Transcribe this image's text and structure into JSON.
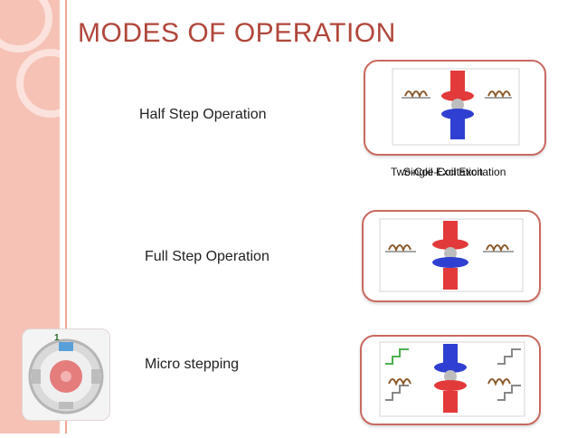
{
  "slide": {
    "title": "MODES OF OPERATION",
    "modes": [
      {
        "label": "Half Step Operation"
      },
      {
        "label": "Full Step Operation"
      },
      {
        "label": "Micro stepping"
      }
    ],
    "overlapping_captions": [
      "Two-Coil Excitation",
      "Single-Coil Excitation"
    ],
    "motor_number": "1"
  },
  "colors": {
    "accent": "#b0463a",
    "side_band": "#f6c2b6",
    "frame_border": "#c9695f",
    "rotor_red": "#e23a3a",
    "rotor_blue": "#2f3fd1",
    "coil_brown": "#8b5a2b"
  }
}
